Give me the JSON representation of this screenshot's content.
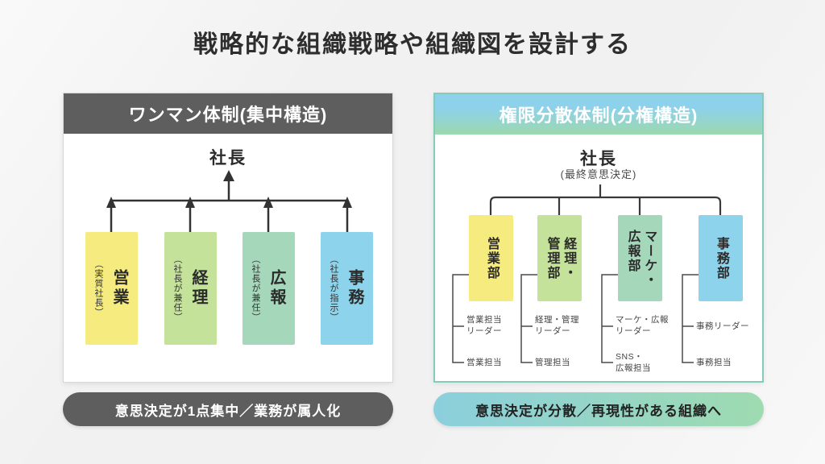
{
  "title": "戦略的な組織戦略や組織図を設計する",
  "left_panel": {
    "header": "ワンマン体制(集中構造)",
    "president": "社長",
    "departments": [
      {
        "label": "営業",
        "note": "（実質社長）",
        "color": "#f6eb7e"
      },
      {
        "label": "経理",
        "note": "（社長が兼任）",
        "color": "#c5e29a"
      },
      {
        "label": "広報",
        "note": "（社長が兼任）",
        "color": "#a5d8bb"
      },
      {
        "label": "事務",
        "note": "（社長が指示）",
        "color": "#8cd3eb"
      }
    ],
    "footer": "意思決定が1点集中／業務が属人化"
  },
  "right_panel": {
    "header": "権限分散体制(分権構造)",
    "president": "社長",
    "president_note": "(最終意思決定)",
    "departments": [
      {
        "label": "営業部",
        "color": "#f6eb7e",
        "leader": "営業担当\nリーダー",
        "staff": "営業担当"
      },
      {
        "label": "経理・\n管理部",
        "color": "#c5e29a",
        "leader": "経理・管理\nリーダー",
        "staff": "管理担当"
      },
      {
        "label": "マーケ・\n広報部",
        "color": "#a5d8bb",
        "leader": "マーケ・広報\nリーダー",
        "staff": "SNS・\n広報担当"
      },
      {
        "label": "事務部",
        "color": "#8cd3eb",
        "leader": "事務リーダー",
        "staff": "事務担当"
      }
    ],
    "footer": "意思決定が分散／再現性がある組織へ"
  },
  "colors": {
    "header_dark": "#5e5e5e",
    "panel_border_teal": "#84ccb9",
    "gradient_blue": "#8dd1ea",
    "gradient_green": "#9cd8ae",
    "line": "#333333"
  }
}
